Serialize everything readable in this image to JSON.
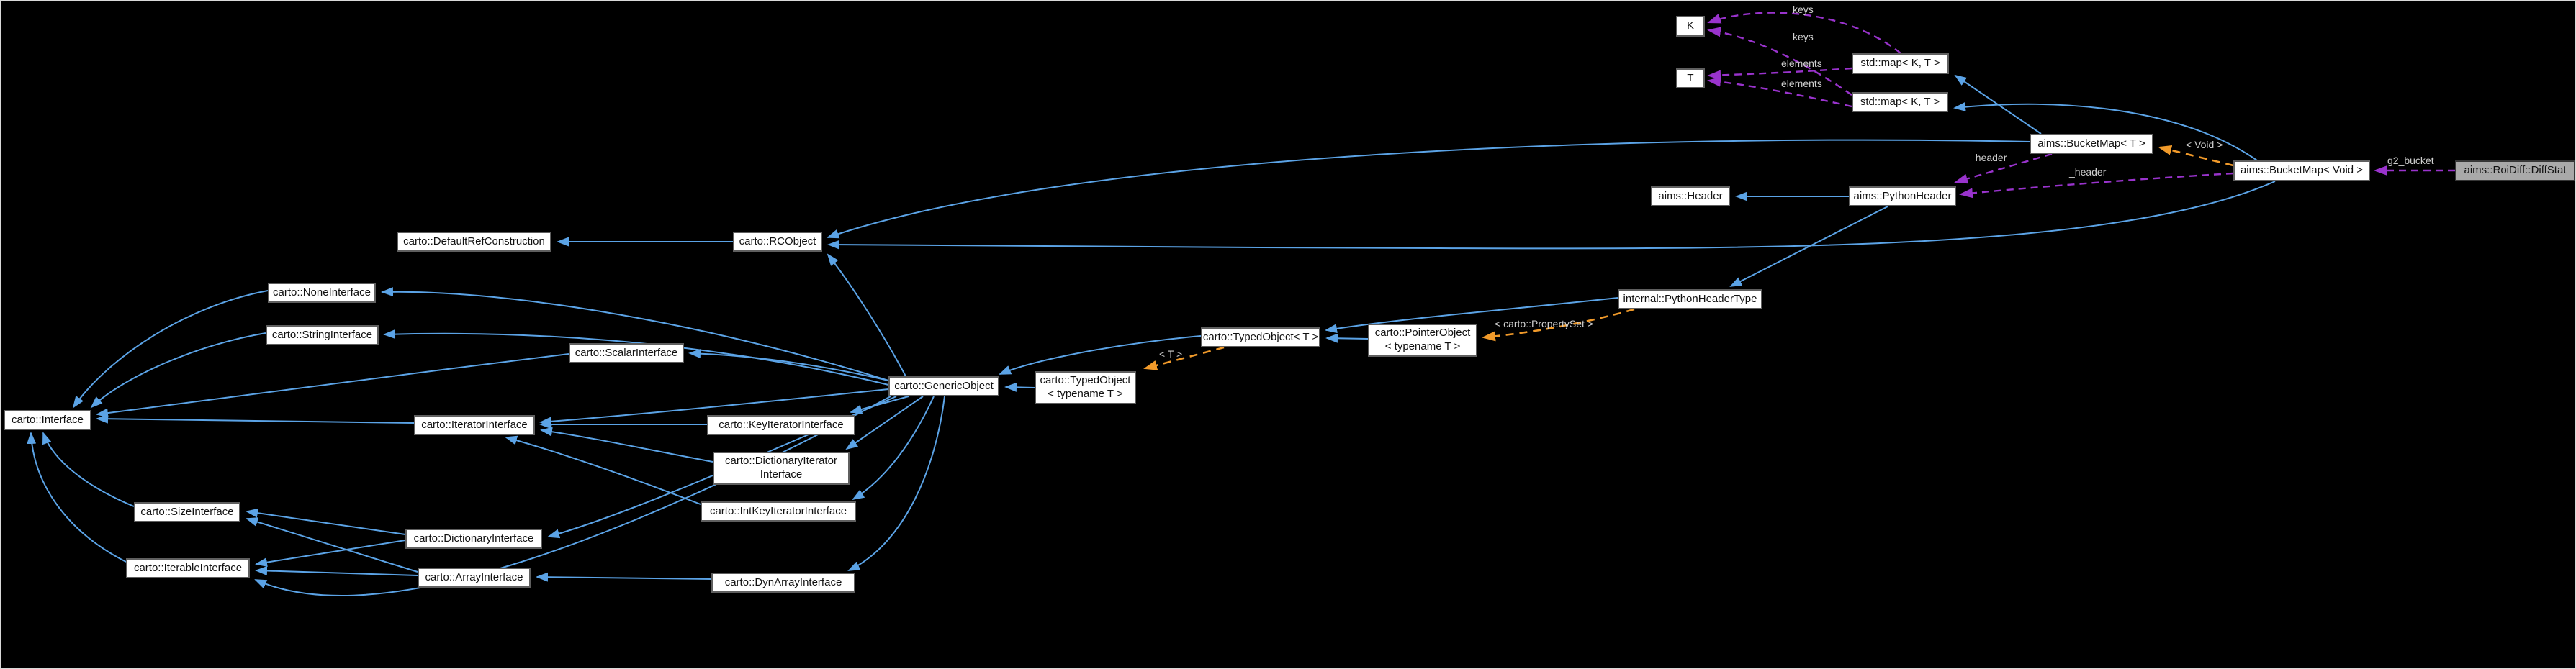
{
  "diagram_type": "doxygen-collaboration-graph",
  "colors": {
    "background": "#000000",
    "inheritance_edge": "#5ba3e6",
    "usage_edge": "#9933cc",
    "template_edge": "#f19a2a",
    "node_background": "#ffffff",
    "node_border": "#5f5f5f",
    "highlight_node_background": "#a9a9a9",
    "edge_label_text": "#cfcfcf"
  },
  "nodes": {
    "k": {
      "label": "K"
    },
    "t": {
      "label": "T"
    },
    "map_a": {
      "label": "std::map< K, T >"
    },
    "map_b": {
      "label": "std::map< K, T >"
    },
    "bucketmap_t": {
      "label": "aims::BucketMap< T >"
    },
    "bucketmap_void": {
      "label": "aims::BucketMap< Void >"
    },
    "diffstat": {
      "label": "aims::RoiDiff::DiffStat"
    },
    "header": {
      "label": "aims::Header"
    },
    "pythonheader": {
      "label": "aims::PythonHeader"
    },
    "pythonheadertype": {
      "label": "internal::PythonHeaderType"
    },
    "defref": {
      "label": "carto::DefaultRefConstruction"
    },
    "rcobject": {
      "label": "carto::RCObject"
    },
    "noneinterface": {
      "label": "carto::NoneInterface"
    },
    "stringinterface": {
      "label": "carto::StringInterface"
    },
    "scalarinterface": {
      "label": "carto::ScalarInterface"
    },
    "interface": {
      "label": "carto::Interface"
    },
    "genericobject": {
      "label": "carto::GenericObject"
    },
    "typedobject_tmpl": {
      "label": "carto::TypedObject\n< typename T >"
    },
    "typedobject_t": {
      "label": "carto::TypedObject< T >"
    },
    "pointerobject": {
      "label": "carto::PointerObject\n< typename T >"
    },
    "iteratorinterface": {
      "label": "carto::IteratorInterface"
    },
    "keyiteratorinterface": {
      "label": "carto::KeyIteratorInterface"
    },
    "dictionaryiteratorinterface": {
      "label": "carto::DictionaryIterator\nInterface"
    },
    "intkeyiteratorinterface": {
      "label": "carto::IntKeyIteratorInterface"
    },
    "sizeinterface": {
      "label": "carto::SizeInterface"
    },
    "iterableinterface": {
      "label": "carto::IterableInterface"
    },
    "dictionaryinterface": {
      "label": "carto::DictionaryInterface"
    },
    "arrayinterface": {
      "label": "carto::ArrayInterface"
    },
    "dynarrayinterface": {
      "label": "carto::DynArrayInterface"
    }
  },
  "edge_labels": {
    "keys_1": "keys",
    "keys_2": "keys",
    "elements_1": "elements",
    "elements_2": "elements",
    "header_1": "_header",
    "header_2": "_header",
    "g2_bucket": "g2_bucket",
    "tpl_void": "< Void >",
    "tpl_propertyset": "< carto::PropertySet >",
    "tpl_t": "< T >"
  },
  "edges": {
    "inheritance": [
      {
        "from": "aims::PythonHeader",
        "to": "aims::Header"
      },
      {
        "from": "aims::PythonHeader",
        "to": "internal::PythonHeaderType"
      },
      {
        "from": "internal::PythonHeaderType",
        "to": "carto::TypedObject< T >"
      },
      {
        "from": "carto::PointerObject< typename T >",
        "to": "carto::TypedObject< T >"
      },
      {
        "from": "carto::TypedObject< T >",
        "to": "carto::GenericObject"
      },
      {
        "from": "carto::TypedObject< typename T >",
        "to": "carto::GenericObject"
      },
      {
        "from": "carto::GenericObject",
        "to": "carto::RCObject"
      },
      {
        "from": "carto::RCObject",
        "to": "carto::DefaultRefConstruction"
      },
      {
        "from": "aims::BucketMap< T >",
        "to": "carto::RCObject"
      },
      {
        "from": "aims::BucketMap< T >",
        "to": "std::map< K, T >"
      },
      {
        "from": "aims::BucketMap< Void >",
        "to": "carto::RCObject"
      },
      {
        "from": "aims::BucketMap< Void >",
        "to": "std::map< K, T >"
      },
      {
        "from": "carto::GenericObject",
        "to": "carto::NoneInterface"
      },
      {
        "from": "carto::GenericObject",
        "to": "carto::StringInterface"
      },
      {
        "from": "carto::GenericObject",
        "to": "carto::ScalarInterface"
      },
      {
        "from": "carto::GenericObject",
        "to": "carto::IteratorInterface"
      },
      {
        "from": "carto::GenericObject",
        "to": "carto::KeyIteratorInterface"
      },
      {
        "from": "carto::GenericObject",
        "to": "carto::DictionaryIteratorInterface"
      },
      {
        "from": "carto::GenericObject",
        "to": "carto::IntKeyIteratorInterface"
      },
      {
        "from": "carto::GenericObject",
        "to": "carto::DictionaryInterface"
      },
      {
        "from": "carto::GenericObject",
        "to": "carto::DynArrayInterface"
      },
      {
        "from": "carto::GenericObject",
        "to": "carto::IterableInterface"
      },
      {
        "from": "carto::KeyIteratorInterface",
        "to": "carto::IteratorInterface"
      },
      {
        "from": "carto::DictionaryIteratorInterface",
        "to": "carto::IteratorInterface"
      },
      {
        "from": "carto::IntKeyIteratorInterface",
        "to": "carto::IteratorInterface"
      },
      {
        "from": "carto::IteratorInterface",
        "to": "carto::Interface"
      },
      {
        "from": "carto::ScalarInterface",
        "to": "carto::Interface"
      },
      {
        "from": "carto::NoneInterface",
        "to": "carto::Interface"
      },
      {
        "from": "carto::StringInterface",
        "to": "carto::Interface"
      },
      {
        "from": "carto::SizeInterface",
        "to": "carto::Interface"
      },
      {
        "from": "carto::IterableInterface",
        "to": "carto::Interface"
      },
      {
        "from": "carto::DictionaryInterface",
        "to": "carto::SizeInterface"
      },
      {
        "from": "carto::DictionaryInterface",
        "to": "carto::IterableInterface"
      },
      {
        "from": "carto::ArrayInterface",
        "to": "carto::SizeInterface"
      },
      {
        "from": "carto::ArrayInterface",
        "to": "carto::IterableInterface"
      },
      {
        "from": "carto::DynArrayInterface",
        "to": "carto::ArrayInterface"
      }
    ],
    "usage": [
      {
        "from": "std::map< K, T >",
        "to": "K",
        "label": "keys"
      },
      {
        "from": "std::map< K, T >",
        "to": "K",
        "label": "keys"
      },
      {
        "from": "std::map< K, T >",
        "to": "T",
        "label": "elements"
      },
      {
        "from": "std::map< K, T >",
        "to": "T",
        "label": "elements"
      },
      {
        "from": "aims::BucketMap< T >",
        "to": "aims::PythonHeader",
        "label": "_header"
      },
      {
        "from": "aims::BucketMap< Void >",
        "to": "aims::PythonHeader",
        "label": "_header"
      },
      {
        "from": "aims::RoiDiff::DiffStat",
        "to": "aims::BucketMap< Void >",
        "label": "g2_bucket"
      }
    ],
    "template_instantiation": [
      {
        "from": "aims::BucketMap< Void >",
        "to": "aims::BucketMap< T >",
        "label": "< Void >"
      },
      {
        "from": "internal::PythonHeaderType",
        "to": "carto::PointerObject< typename T >",
        "label": "< carto::PropertySet >"
      },
      {
        "from": "carto::TypedObject< T >",
        "to": "carto::TypedObject< typename T >",
        "label": "< T >"
      }
    ]
  }
}
